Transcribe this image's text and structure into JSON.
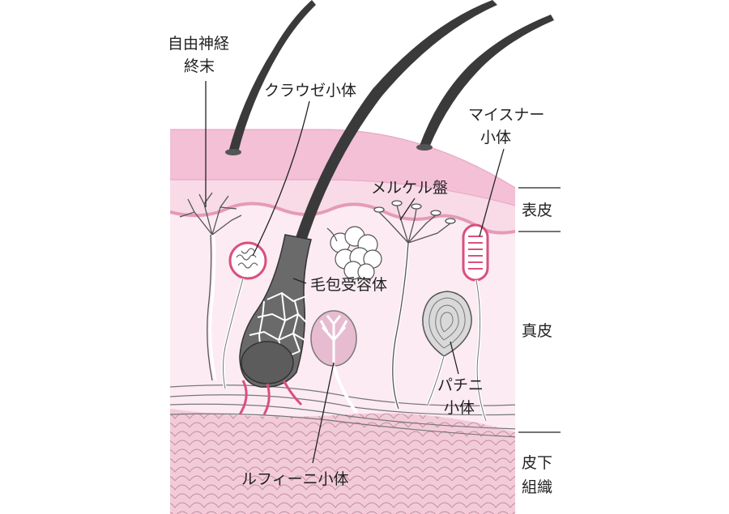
{
  "labels": {
    "free_nerve_endings_1": "自由神経",
    "free_nerve_endings_2": "終末",
    "krause": "クラウゼ小体",
    "meissner_1": "マイスナー",
    "meissner_2": "小体",
    "merkel": "メルケル盤",
    "hair_follicle": "毛包受容体",
    "pacini_1": "パチニ",
    "pacini_2": "小体",
    "ruffini": "ルフィーニ小体"
  },
  "layers": {
    "epidermis": "表皮",
    "dermis": "真皮",
    "subcutaneous_1": "皮下",
    "subcutaneous_2": "組織"
  },
  "colors": {
    "epidermis": "#f3c0d6",
    "epidermis_light": "#f8dbe7",
    "dermis": "#fcebf2",
    "subcutaneous": "#f0c8d6",
    "outline": "#444444",
    "hair": "#3a3a3a",
    "nerve": "#ffffff",
    "accent": "#d9507d"
  }
}
